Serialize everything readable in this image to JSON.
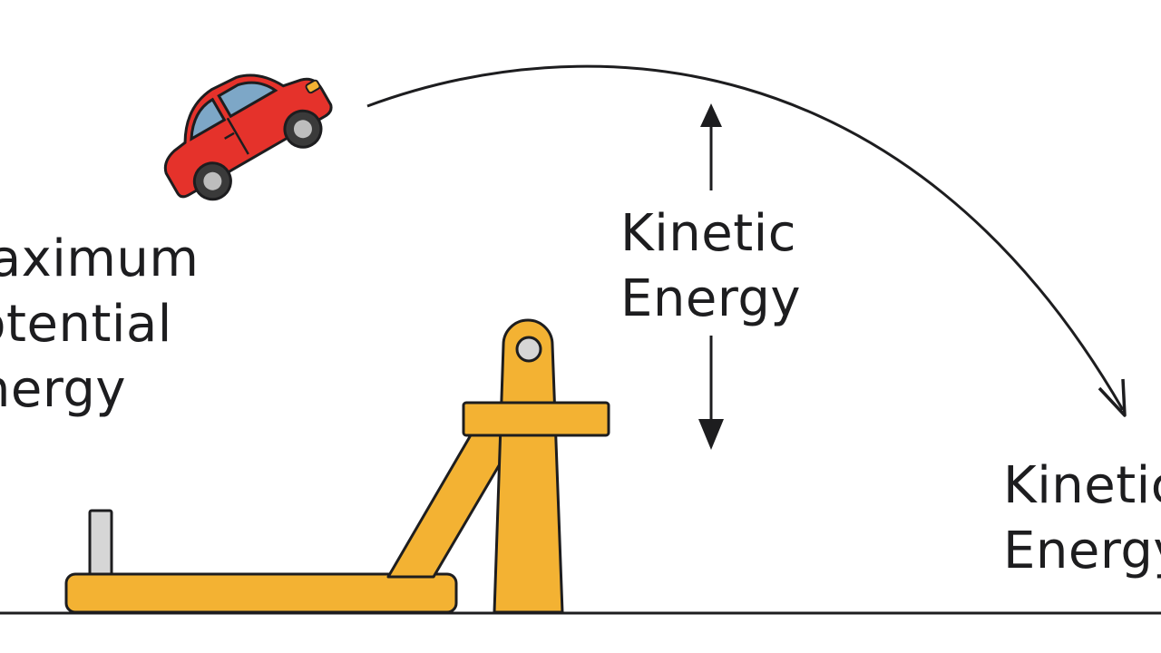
{
  "labels": {
    "left": [
      "Maximum",
      "Potential",
      "Energy"
    ],
    "center": [
      "Kinetic",
      "Energy"
    ],
    "right": [
      "Kinetic",
      "Energy"
    ]
  },
  "icons": {
    "car": "car-icon",
    "ramp": "launch-ramp-icon",
    "trajectory": "trajectory-arrow",
    "height": "double-headed-arrow"
  },
  "colors": {
    "car_body": "#e5322b",
    "car_window": "#7da7c7",
    "ramp": "#f3b233",
    "outline": "#1d1d1f",
    "ground": "#1d1d1f",
    "post": "#d6d6d6"
  }
}
